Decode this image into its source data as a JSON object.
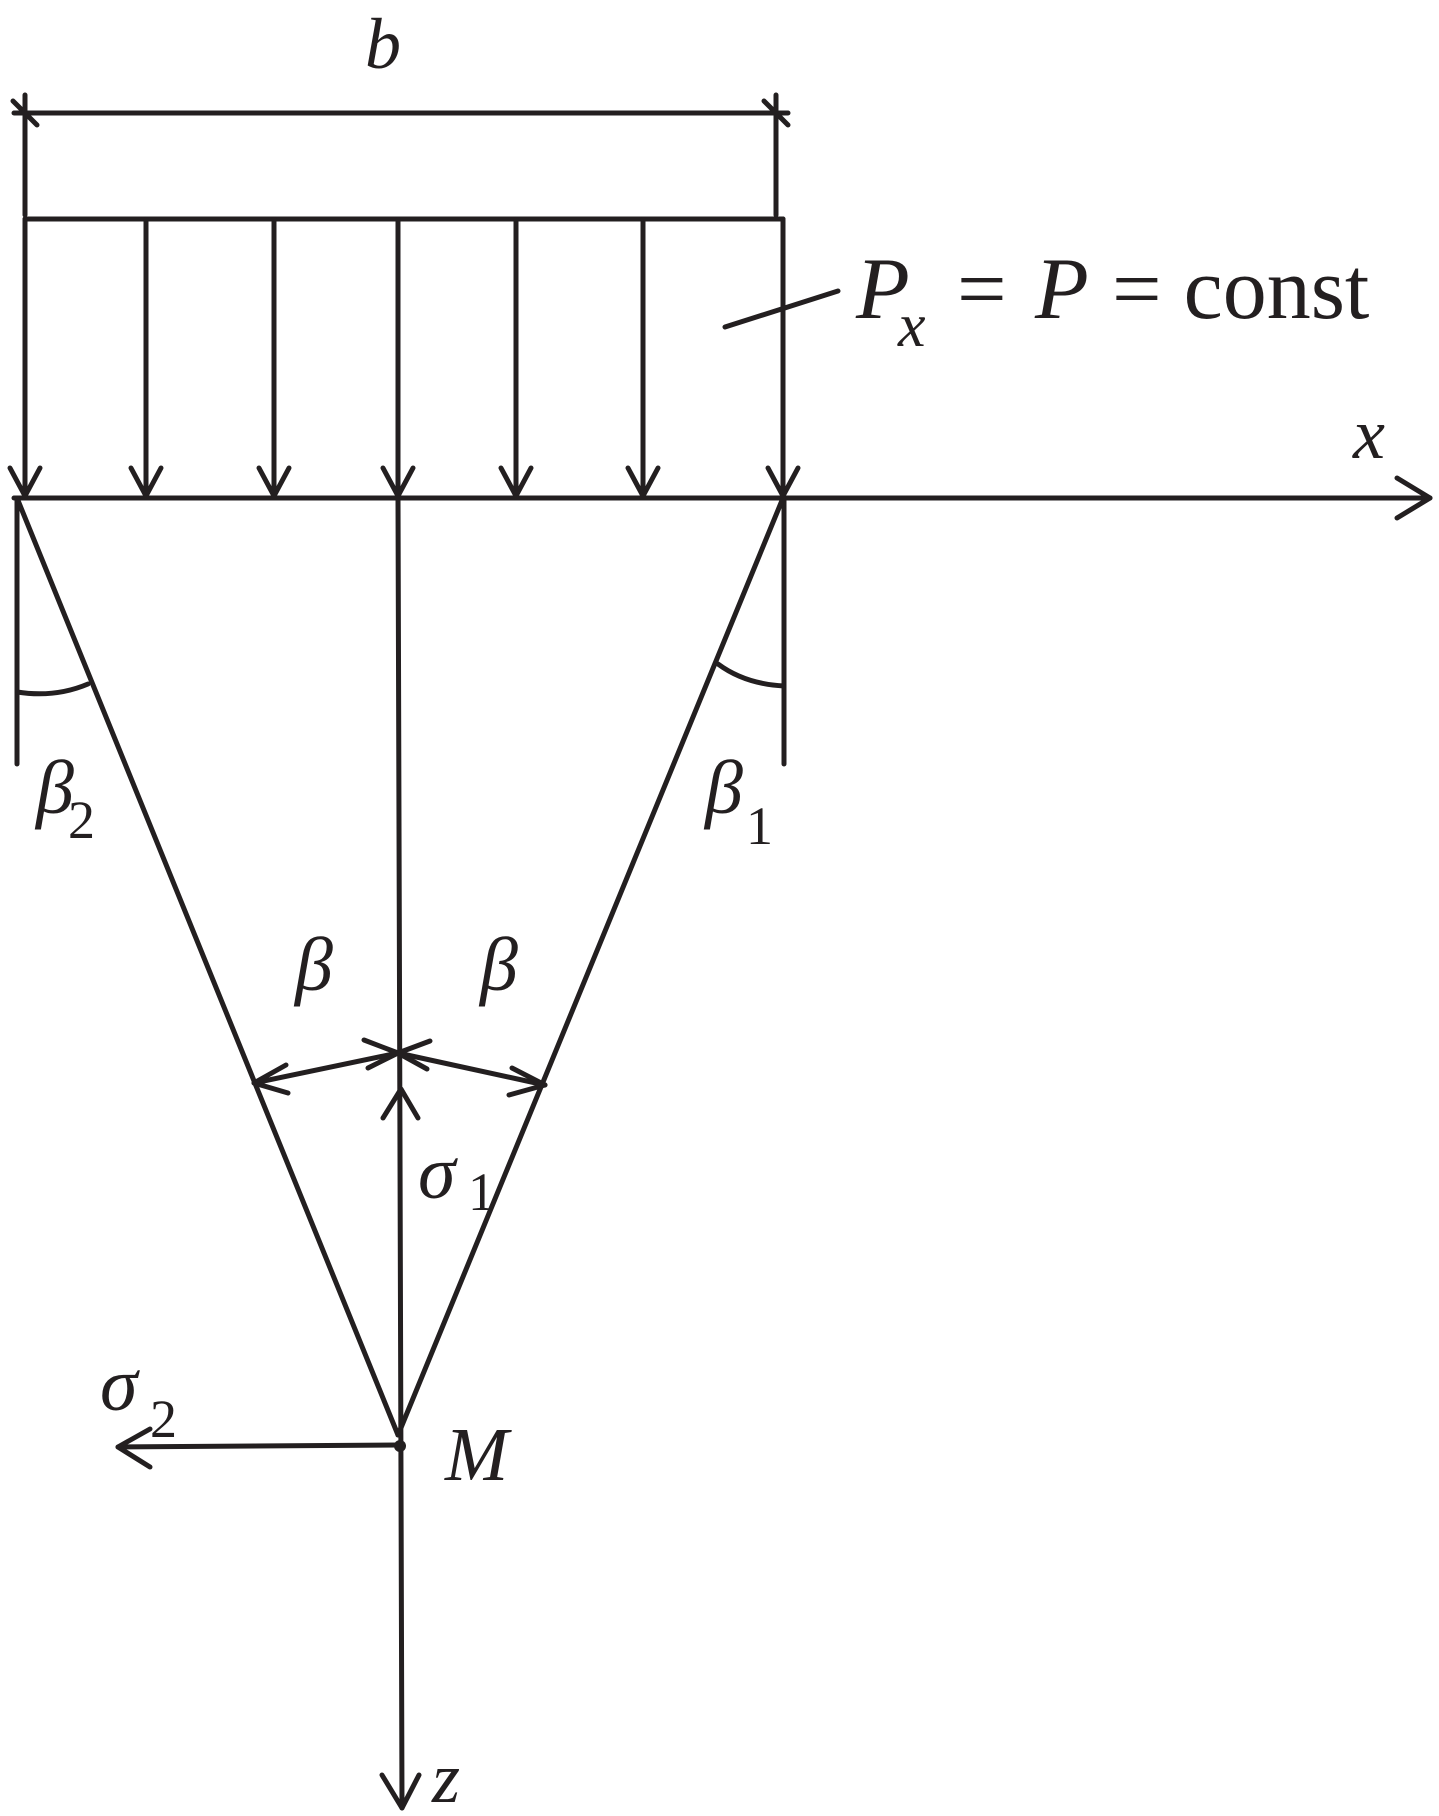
{
  "labels": {
    "width": "b",
    "load_p": "P",
    "load_p_sub": "x",
    "load_eq1": " = ",
    "load_p2": "P",
    "load_eq2": " = const",
    "axis_x": "x",
    "axis_z": "z",
    "beta_left": "β",
    "beta_right": "β",
    "beta1": "β",
    "beta1_sub": "1",
    "beta2": "β",
    "beta2_sub": "2",
    "sigma1": "σ",
    "sigma1_sub": "1",
    "sigma2": "σ",
    "sigma2_sub": "2",
    "point": "M"
  },
  "colors": {
    "ink": "#231f20",
    "background": "#ffffff"
  }
}
